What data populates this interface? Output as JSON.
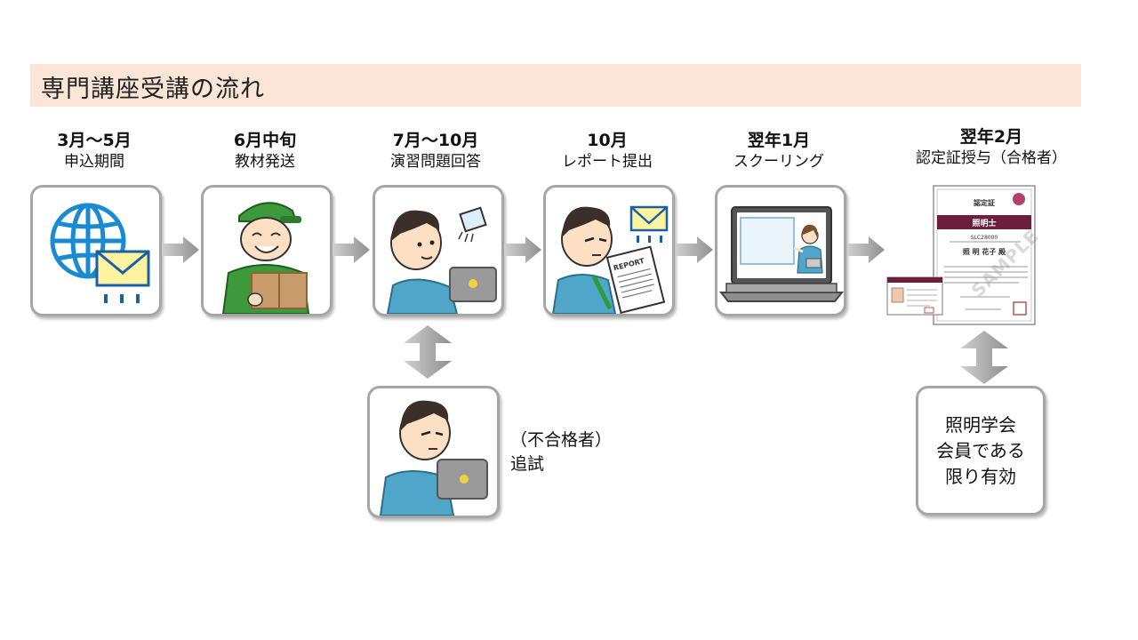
{
  "title": "専門講座受講の流れ",
  "steps": [
    {
      "when": "3月～5月",
      "what": "申込期間",
      "icon": "globe-mail-icon"
    },
    {
      "when": "6月中旬",
      "what": "教材発送",
      "icon": "delivery-person-icon"
    },
    {
      "when": "7月～10月",
      "what": "演習問題回答",
      "icon": "student-laptop-icon"
    },
    {
      "when": "10月",
      "what": "レポート提出",
      "icon": "report-writing-icon"
    },
    {
      "when": "翌年1月",
      "what": "スクーリング",
      "icon": "online-schooling-laptop-icon"
    },
    {
      "when": "翌年2月",
      "what": "認定証授与（合格者）",
      "icon": "certificate-icon"
    }
  ],
  "retest": {
    "line1": "（不合格者）",
    "line2": "追試"
  },
  "validity": {
    "line1": "照明学会",
    "line2": "会員である",
    "line3": "限り有効"
  },
  "certificate": {
    "heading": "認定証",
    "title": "照明士",
    "number": "SLC28000",
    "name": "照 明 花子 殿",
    "watermark": "SAMPLE"
  },
  "colors": {
    "title_band": "#fbe5d6",
    "card_border": "#a6a6a6",
    "arrow": "#9e9e9e",
    "certificate_banner": "#6b1f3b"
  }
}
